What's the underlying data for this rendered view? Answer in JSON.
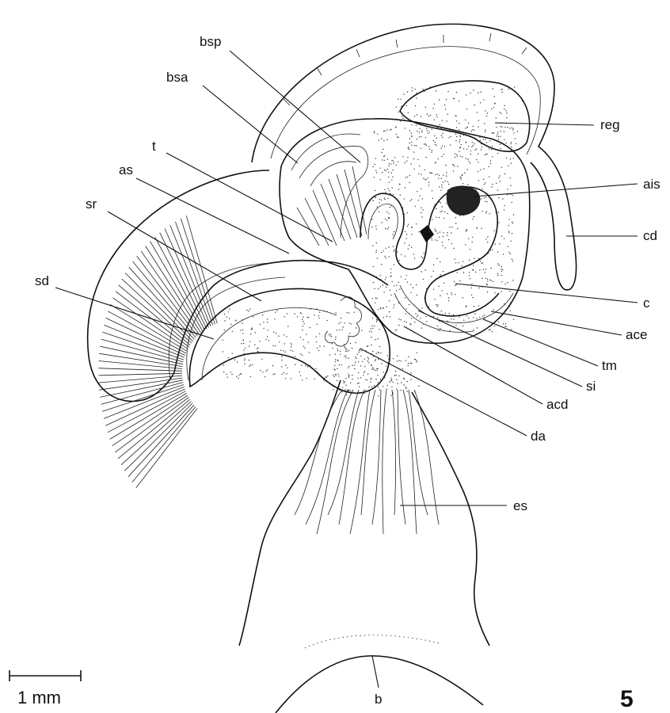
{
  "figure": {
    "number": "5",
    "scale_bar": {
      "label": "1 mm"
    },
    "labels": [
      {
        "id": "bsp",
        "text": "bsp"
      },
      {
        "id": "bsa",
        "text": "bsa"
      },
      {
        "id": "t",
        "text": "t"
      },
      {
        "id": "as",
        "text": "as"
      },
      {
        "id": "sr",
        "text": "sr"
      },
      {
        "id": "sd",
        "text": "sd"
      },
      {
        "id": "reg",
        "text": "reg"
      },
      {
        "id": "ais",
        "text": "ais"
      },
      {
        "id": "cd",
        "text": "cd"
      },
      {
        "id": "c",
        "text": "c"
      },
      {
        "id": "ace",
        "text": "ace"
      },
      {
        "id": "tm",
        "text": "tm"
      },
      {
        "id": "si",
        "text": "si"
      },
      {
        "id": "acd",
        "text": "acd"
      },
      {
        "id": "da",
        "text": "da"
      },
      {
        "id": "es",
        "text": "es"
      },
      {
        "id": "b",
        "text": "b"
      }
    ]
  }
}
